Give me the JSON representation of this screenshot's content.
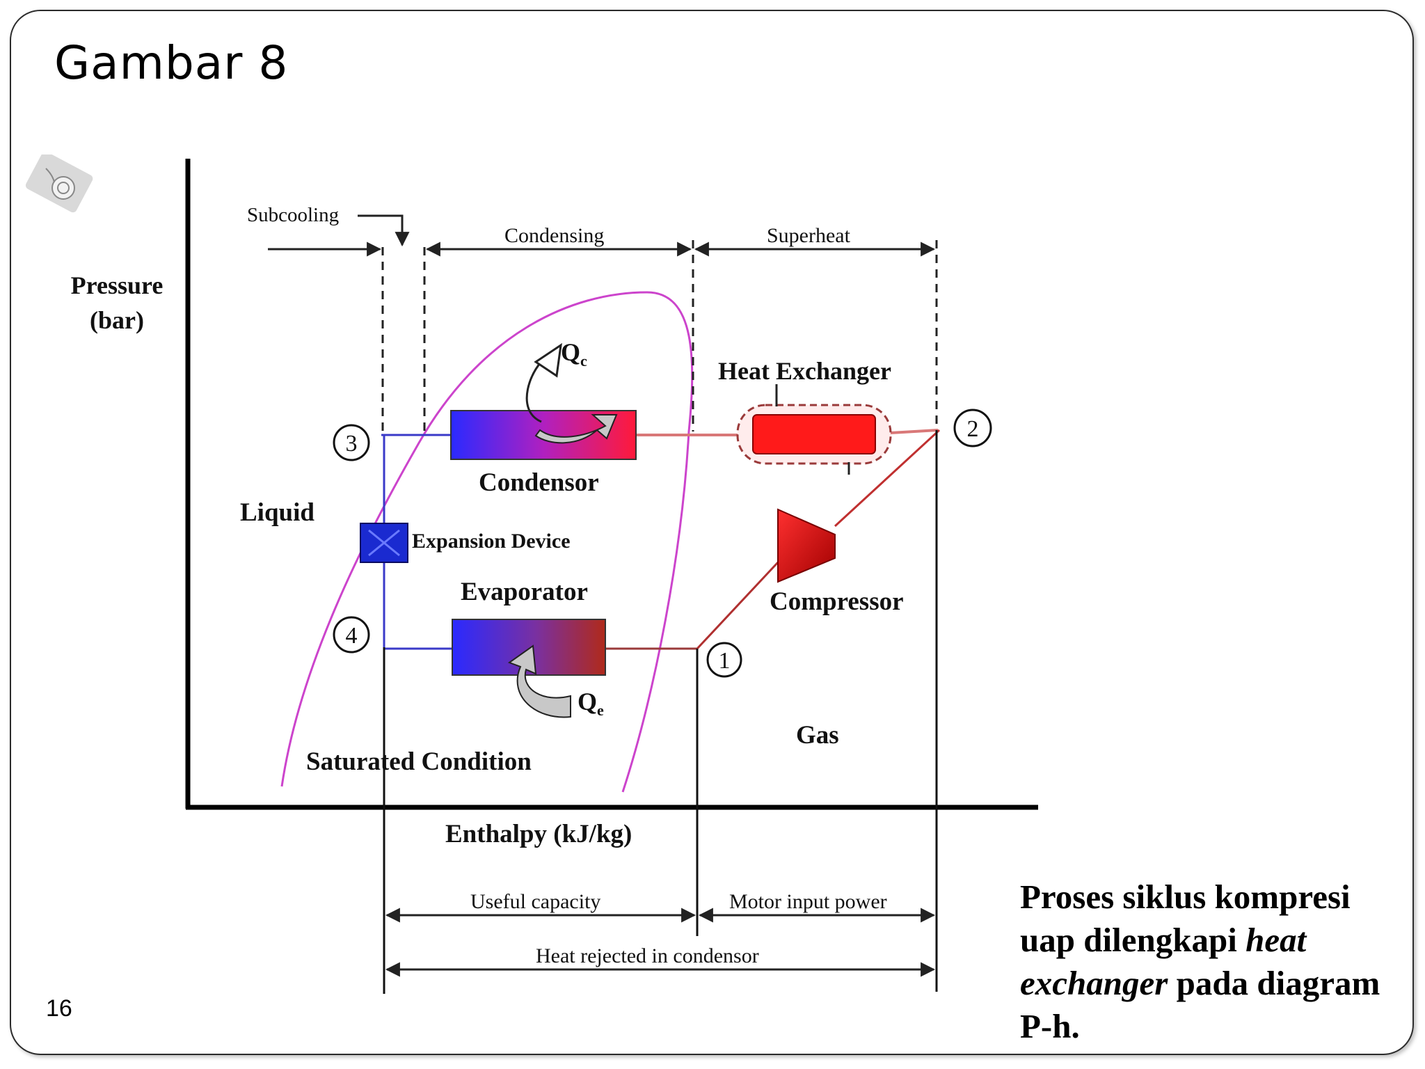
{
  "slide": {
    "title": "Gambar 8",
    "page_number": "16",
    "caption": {
      "part1": "Proses siklus kompresi uap dilengkapi ",
      "italic": "heat exchanger",
      "part2": " pada diagram P-h."
    }
  },
  "diagram": {
    "axis": {
      "y_label_line1": "Pressure",
      "y_label_line2": "(bar)",
      "x_label": "Enthalpy (kJ/kg)"
    },
    "top_spans": {
      "subcooling": "Subcooling",
      "condensing": "Condensing",
      "superheat": "Superheat"
    },
    "bottom_spans": {
      "useful_capacity": "Useful capacity",
      "motor_input_power": "Motor input power",
      "heat_rejected": "Heat rejected in condensor"
    },
    "components": {
      "heat_exchanger": "Heat Exchanger",
      "condensor": "Condensor",
      "expansion_device": "Expansion Device",
      "evaporator": "Evaporator",
      "compressor": "Compressor"
    },
    "regions": {
      "liquid": "Liquid",
      "gas": "Gas",
      "saturated": "Saturated Condition"
    },
    "heat_labels": {
      "qc": "Q",
      "qc_sub": "c",
      "qe": "Q",
      "qe_sub": "e"
    },
    "state_points": [
      "1",
      "2",
      "3",
      "4"
    ],
    "colors": {
      "dome": "#cc44cc",
      "high_line": "#d97878",
      "liquid_line": "#3a3ac8",
      "hot": "#ff1a1a",
      "cold": "#2a2aff",
      "expansion": "#1a2ad0"
    }
  }
}
